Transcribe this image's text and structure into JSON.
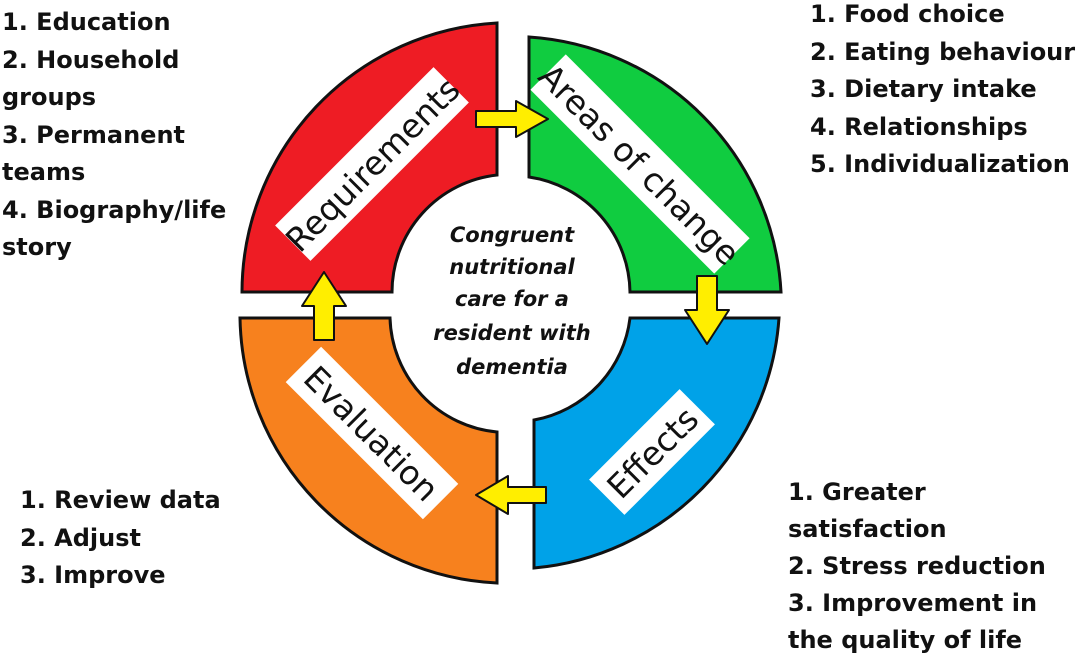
{
  "colors": {
    "requirements": "#ee1c24",
    "areas_of_change": "#10cc40",
    "effects": "#00a2e8",
    "evaluation": "#f7811e",
    "arrow": "#ffee00",
    "outline": "#111111"
  },
  "center": {
    "lines": [
      "Congruent",
      "nutritional",
      "care for a",
      "resident with",
      "dementia"
    ]
  },
  "segments": {
    "requirements": {
      "label": "Requirements"
    },
    "areas_of_change": {
      "label": "Areas of change"
    },
    "effects": {
      "label": "Effects"
    },
    "evaluation": {
      "label": "Evaluation"
    }
  },
  "lists": {
    "requirements": [
      "1. Education",
      "2. Household groups",
      "3. Permanent teams",
      "4. Biography/life story"
    ],
    "areas_of_change": [
      "1. Food choice",
      "2. Eating behaviour",
      "3. Dietary intake",
      "4. Relationships",
      "5. Individualization"
    ],
    "effects": [
      "1. Greater satisfaction",
      "2. Stress reduction",
      "3. Improvement in the quality of life"
    ],
    "evaluation": [
      "1. Review data",
      "2. Adjust",
      "3. Improve"
    ]
  },
  "arrows": [
    {
      "from": "requirements",
      "to": "areas_of_change",
      "icon": "arrow-right-icon"
    },
    {
      "from": "areas_of_change",
      "to": "effects",
      "icon": "arrow-down-icon"
    },
    {
      "from": "effects",
      "to": "evaluation",
      "icon": "arrow-left-icon"
    },
    {
      "from": "evaluation",
      "to": "requirements",
      "icon": "arrow-up-icon"
    }
  ]
}
